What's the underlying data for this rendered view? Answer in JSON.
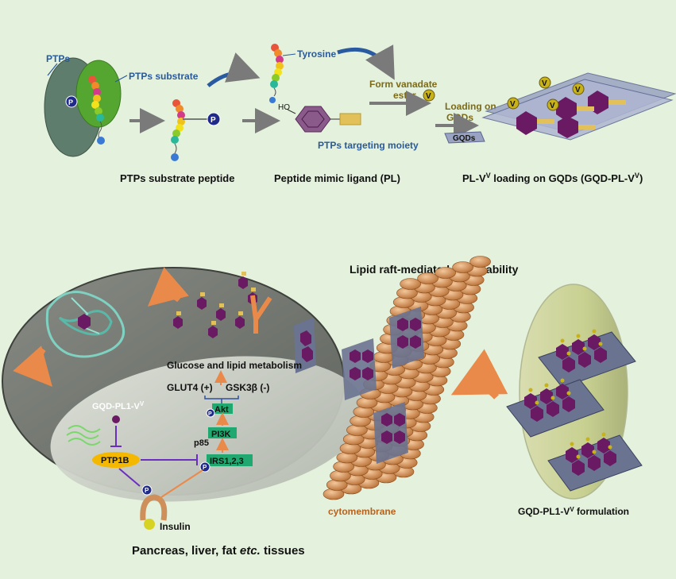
{
  "top": {
    "ptps_label": "PTPs",
    "ptps_substrate_label": "PTPs substrate",
    "phospho_label": "P",
    "tyrosine_label": "Tyrosine",
    "ho_label": "HO",
    "targeting_label": "PTPs targeting moiety",
    "vanadate_line1": "Form vanadate",
    "vanadate_line2": "ester",
    "v_label": "V",
    "loading_line1": "Loading on",
    "loading_line2": "GQDs",
    "gqds_label": "GQDs",
    "caption_substrate_peptide": "PTPs substrate peptide",
    "caption_ligand": "Peptide mimic ligand (PL)",
    "caption_loading_main": "PL-V",
    "caption_loading_mid": " loading on GQDs (GQD-PL-V",
    "caption_loading_end": ")",
    "superscript_v": "V"
  },
  "bottom": {
    "lipid_raft_title": "Lipid raft-mediated permeability",
    "glucose_label": "Glucose and lipid metabolism",
    "glut4_label": "GLUT4 (+)",
    "gsk_label": "GSK3β (-)",
    "akt_label": "Akt",
    "pi3k_label": "PI3K",
    "p85_label": "p85",
    "irs_label": "IRS1,2,3",
    "ptp1b_label": "PTP1B",
    "gqd_pl1_label": "GQD-PL1-V",
    "insulin_label": "Insulin",
    "cytomembrane_label": "cytomembrane",
    "formulation_label": "GQD-PL1-V",
    "formulation_suffix": " formulation",
    "tissue_prefix": "Pancreas, liver, fat ",
    "tissue_italic": "etc.",
    "tissue_suffix": " tissues",
    "superscript_v": "V"
  },
  "colors": {
    "background": "#e4f1dc",
    "cell_body": "#6a6e68",
    "nucleus": "#c9cec5",
    "membrane_bead": "#cf8f5a",
    "hexagon": "#6a1a63",
    "sheet": "#8a95b8",
    "label_blue": "#2a5a9a",
    "label_olive": "#7a6a1a",
    "box_green": "#1fa86f",
    "ptp1b_yellow": "#f5b800",
    "inhibit_purple": "#6b2fbf"
  }
}
